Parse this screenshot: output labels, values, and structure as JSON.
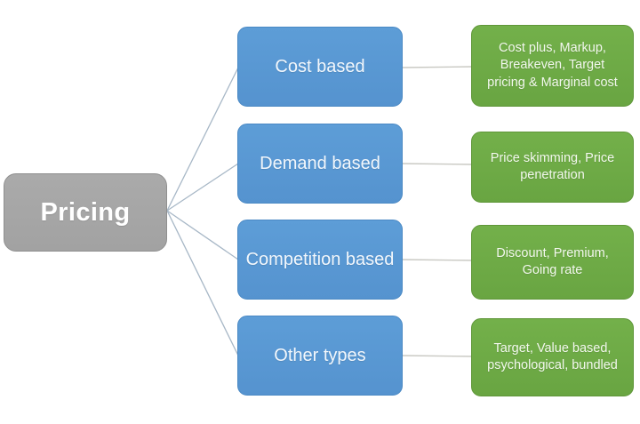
{
  "diagram": {
    "root": {
      "label": "Pricing"
    },
    "branches": [
      {
        "label": "Cost based",
        "detail": "Cost plus, Markup, Breakeven, Target pricing & Marginal cost",
        "detail_lines": [
          "Cost plus, Markup,",
          "Breakeven, Target",
          "pricing & Marginal cost"
        ]
      },
      {
        "label": "Demand based",
        "detail": "Price skimming, Price penetration",
        "detail_lines": [
          "Price skimming, Price",
          "penetration"
        ]
      },
      {
        "label": "Competition based",
        "detail": "Discount, Premium, Going rate",
        "detail_lines": [
          "Discount, Premium,",
          "Going rate"
        ]
      },
      {
        "label": "Other types",
        "detail": "Target, Value based, psychological, bundled",
        "detail_lines": [
          "Target, Value based,",
          "psychological, bundled"
        ]
      }
    ],
    "colors": {
      "background": "#ffffff",
      "root_fill": "#a6a6a6",
      "root_border": "#8f8f8f",
      "branch_fill": "#5b9bd5",
      "branch_border": "#4a89c4",
      "detail_fill": "#70ad47",
      "detail_border": "#5f9639",
      "fan_line": "#a7b7c6",
      "connector_line": "#c9c9c3",
      "text": "#ffffff"
    }
  }
}
